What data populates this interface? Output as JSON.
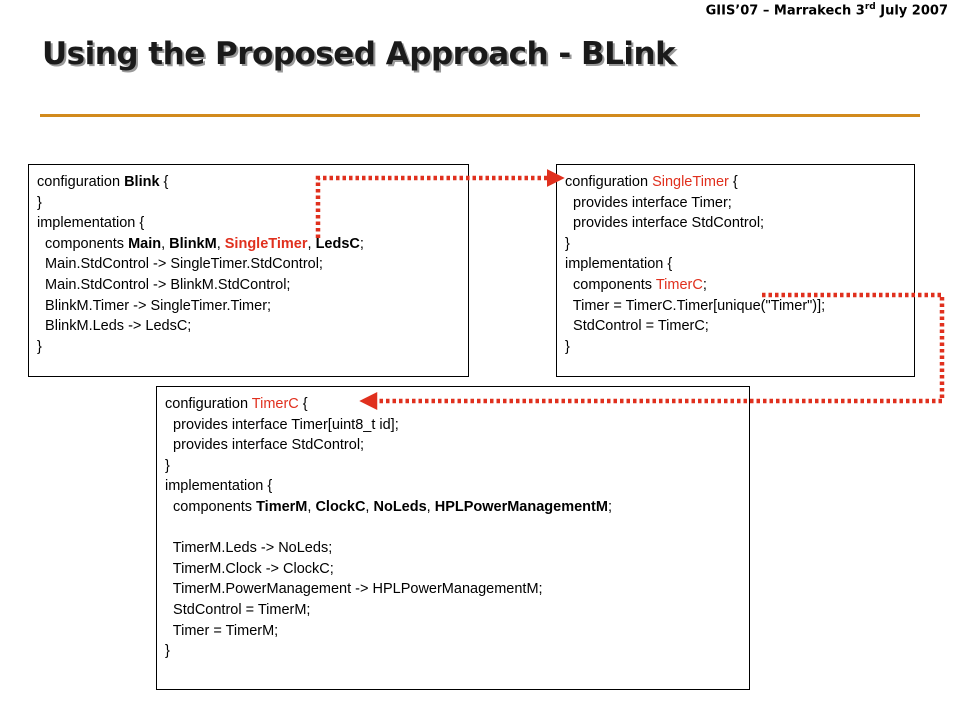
{
  "header": {
    "text_before": "GIIS’07 – Marrakech 3",
    "superscript": "rd",
    "text_after": " July 2007"
  },
  "title": "Using the Proposed Approach - BLink",
  "colors": {
    "accent_rule": "#d28a1d",
    "highlight_red": "#e0301e",
    "arrow": "#e0301e"
  },
  "boxes": {
    "blink": {
      "lines": [
        [
          {
            "t": "configuration "
          },
          {
            "t": "Blink",
            "s": "b"
          },
          {
            "t": " {"
          }
        ],
        [
          {
            "t": "}"
          }
        ],
        [
          {
            "t": "implementation {"
          }
        ],
        [
          {
            "t": "  components "
          },
          {
            "t": "Main",
            "s": "b"
          },
          {
            "t": ", "
          },
          {
            "t": "BlinkM",
            "s": "b"
          },
          {
            "t": ", "
          },
          {
            "t": "SingleTimer",
            "s": "br"
          },
          {
            "t": ", "
          },
          {
            "t": "LedsC",
            "s": "b"
          },
          {
            "t": ";"
          }
        ],
        [
          {
            "t": "  Main.StdControl -> SingleTimer.StdControl;"
          }
        ],
        [
          {
            "t": "  Main.StdControl -> BlinkM.StdControl;"
          }
        ],
        [
          {
            "t": "  BlinkM.Timer -> SingleTimer.Timer;"
          }
        ],
        [
          {
            "t": "  BlinkM.Leds -> LedsC;"
          }
        ],
        [
          {
            "t": "}"
          }
        ]
      ]
    },
    "singletimer": {
      "lines": [
        [
          {
            "t": "configuration "
          },
          {
            "t": "SingleTimer",
            "s": "r"
          },
          {
            "t": " {"
          }
        ],
        [
          {
            "t": "  provides interface Timer;"
          }
        ],
        [
          {
            "t": "  provides interface StdControl;"
          }
        ],
        [
          {
            "t": "}"
          }
        ],
        [
          {
            "t": "implementation {"
          }
        ],
        [
          {
            "t": "  components "
          },
          {
            "t": "TimerC",
            "s": "r"
          },
          {
            "t": ";"
          }
        ],
        [
          {
            "t": "  Timer = TimerC.Timer[unique(\"Timer\")];"
          }
        ],
        [
          {
            "t": "  StdControl = TimerC;"
          }
        ],
        [
          {
            "t": "}"
          }
        ]
      ]
    },
    "timerc": {
      "lines": [
        [
          {
            "t": "configuration "
          },
          {
            "t": "TimerC",
            "s": "r"
          },
          {
            "t": " {"
          }
        ],
        [
          {
            "t": "  provides interface Timer[uint8_t id];"
          }
        ],
        [
          {
            "t": "  provides interface StdControl;"
          }
        ],
        [
          {
            "t": "}"
          }
        ],
        [
          {
            "t": "implementation {"
          }
        ],
        [
          {
            "t": "  components "
          },
          {
            "t": "TimerM",
            "s": "b"
          },
          {
            "t": ", "
          },
          {
            "t": "ClockC",
            "s": "b"
          },
          {
            "t": ", "
          },
          {
            "t": "NoLeds",
            "s": "b"
          },
          {
            "t": ", "
          },
          {
            "t": "HPLPowerManagementM",
            "s": "b"
          },
          {
            "t": ";"
          }
        ],
        [
          {
            "t": ""
          }
        ],
        [
          {
            "t": "  TimerM.Leds -> NoLeds;"
          }
        ],
        [
          {
            "t": "  TimerM.Clock -> ClockC;"
          }
        ],
        [
          {
            "t": "  TimerM.PowerManagement -> HPLPowerManagementM;"
          }
        ],
        [
          {
            "t": "  StdControl = TimerM;"
          }
        ],
        [
          {
            "t": "  Timer = TimerM;"
          }
        ],
        [
          {
            "t": "}"
          }
        ]
      ]
    }
  }
}
